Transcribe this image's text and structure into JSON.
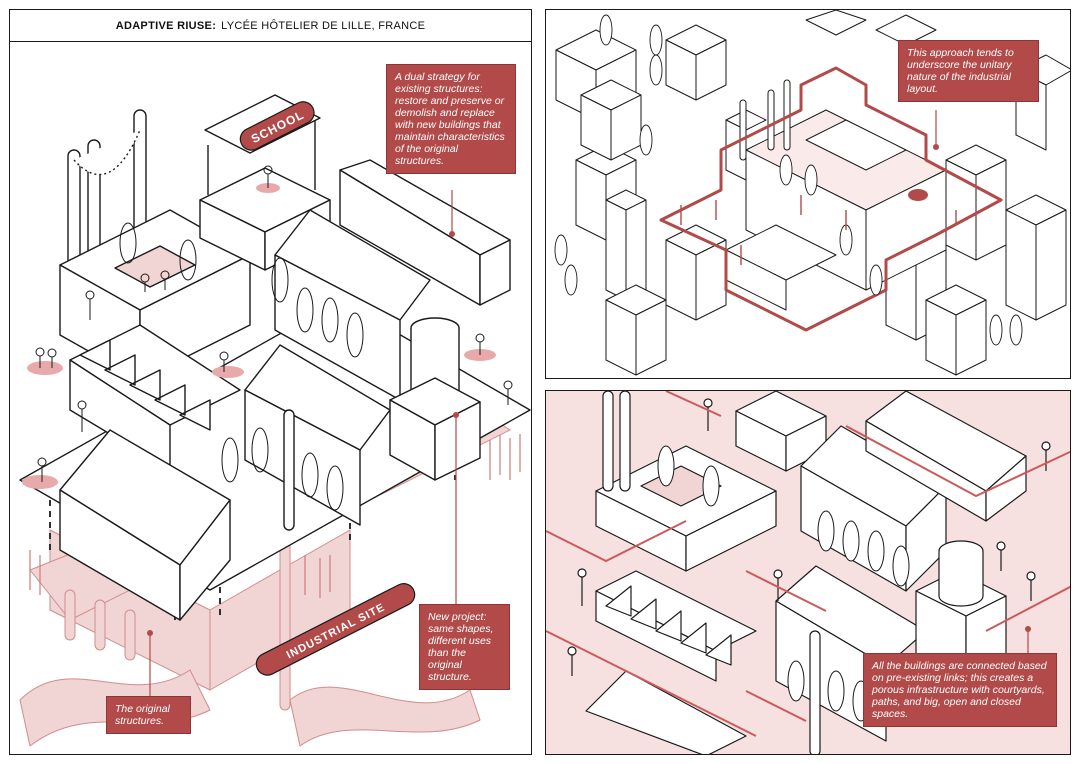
{
  "header": {
    "title_strong": "ADAPTIVE RIUSE:",
    "title_rest": "LYCÉE HÔTELIER DE LILLE, FRANCE"
  },
  "signs": {
    "school": "SCHOOL",
    "industrial_site": "INDUSTRIAL SITE"
  },
  "annotations": {
    "dual_strategy": "A dual strategy for existing structures: restore and preserve or demolish and replace with new buildings that maintain characteristics of the original structures.",
    "new_project": "New project: same shapes, different uses than the original structure.",
    "original_structures": "The original structures.",
    "unitary_nature": "This approach tends to underscore the unitary nature of the industrial layout.",
    "connected_buildings": "All the buildings are connected based on pre-existing links; this creates a porous infrastructure with courtyards, paths, and big, open and closed spaces."
  },
  "colors": {
    "accent": "#b24a4a",
    "accent_light": "#f1d4d4",
    "line": "#1a1a1a"
  }
}
